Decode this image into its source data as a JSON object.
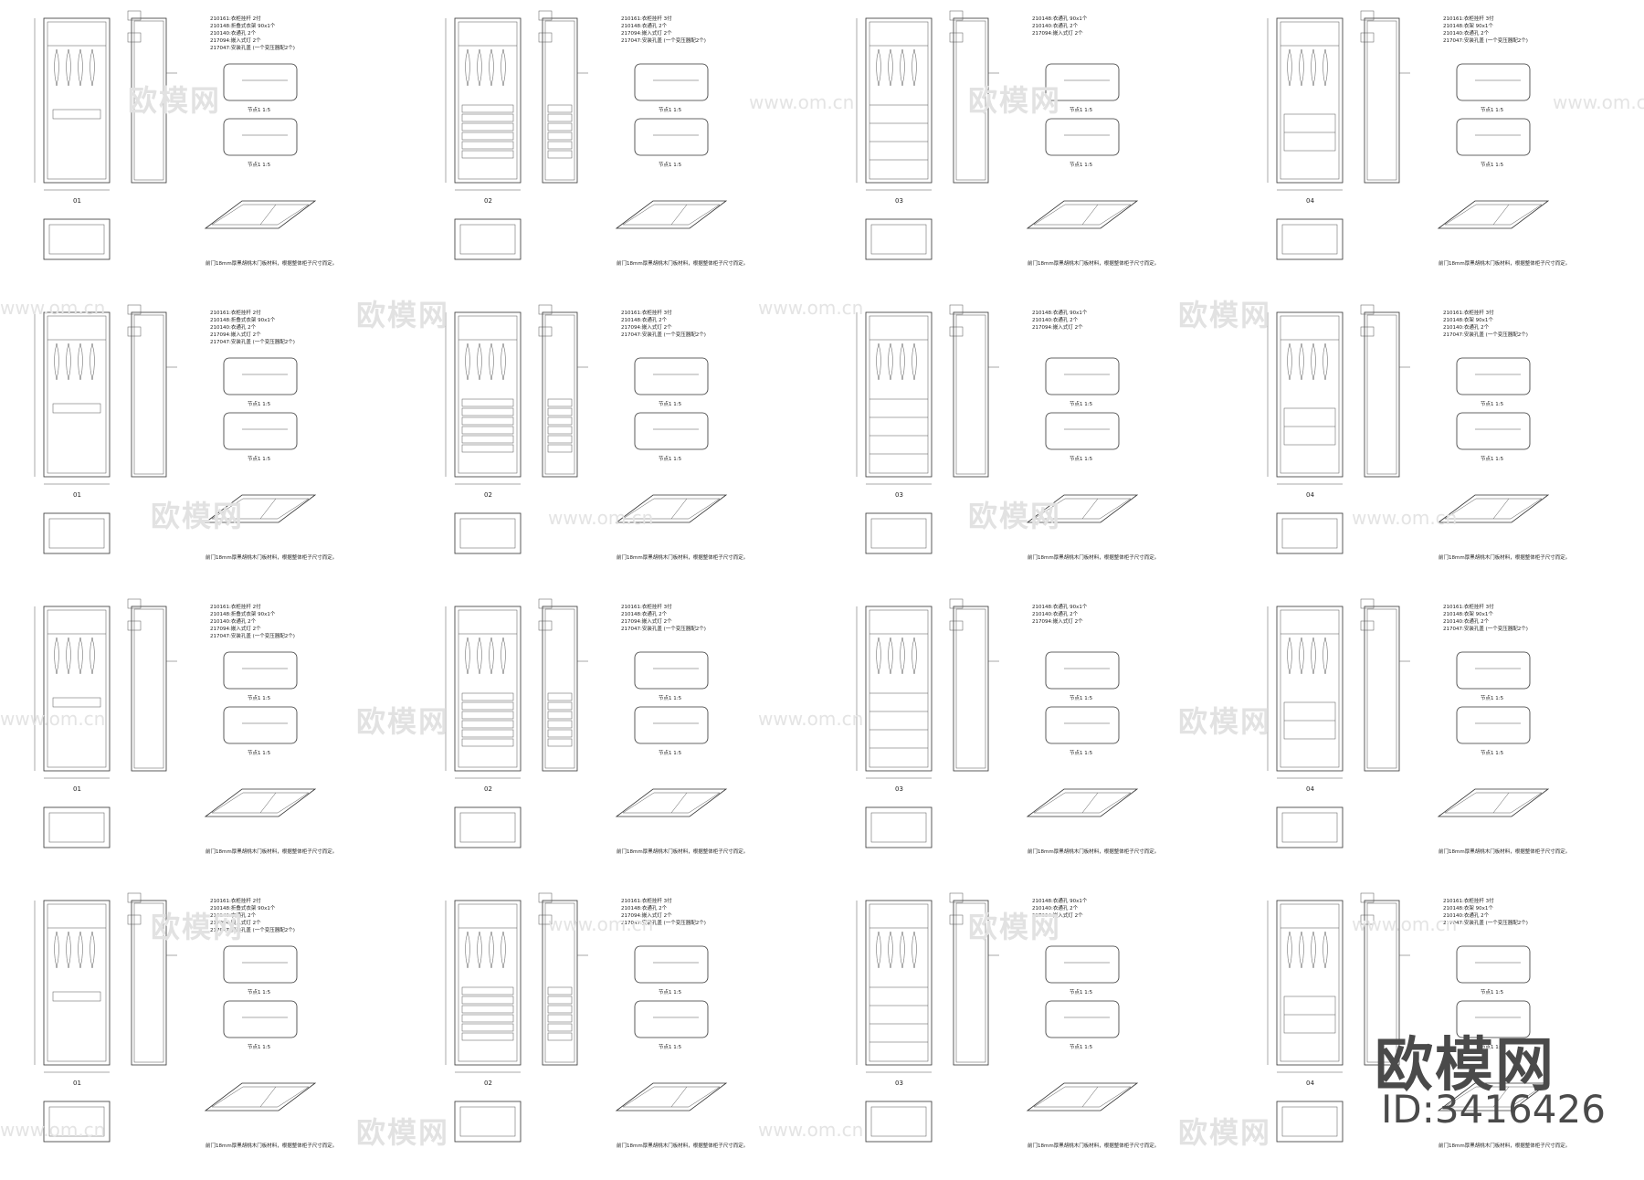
{
  "watermark": {
    "brand": "欧模网",
    "url": "www.om.cn",
    "id": "ID:3416426"
  },
  "notes": {
    "detail_caption": "节点1 1:5",
    "footer_text": "前门18mm厚黑胡桃木门板材料，根据整体柜子尺寸而定。"
  },
  "columns": [
    {
      "model": "01",
      "specs": [
        "210161:衣柜挂杆 2付",
        "210148:折叠式衣架 90x1个",
        "210140:衣通孔 2个",
        "217094:嵌入式灯 2个",
        "217047:安装孔盖 (一个变压器配2个)"
      ]
    },
    {
      "model": "02",
      "specs": [
        "210161:衣柜挂杆 3付",
        "210148:衣通孔 2个",
        "217094:嵌入式灯 2个",
        "217047:安装孔盖 (一个变压器配2个)"
      ]
    },
    {
      "model": "03",
      "specs": [
        "210148:衣通孔 90x1个",
        "210140:衣通孔 2个",
        "217094:嵌入式灯 2个"
      ]
    },
    {
      "model": "04",
      "specs": [
        "210161:衣柜挂杆 3付",
        "210148:衣架 90x1个",
        "210140:衣通孔 2个",
        "217047:安装孔盖 (一个变压器配2个)"
      ]
    }
  ],
  "rows": [
    {
      "row": 1
    },
    {
      "row": 2
    },
    {
      "row": 3
    },
    {
      "row": 4
    }
  ]
}
